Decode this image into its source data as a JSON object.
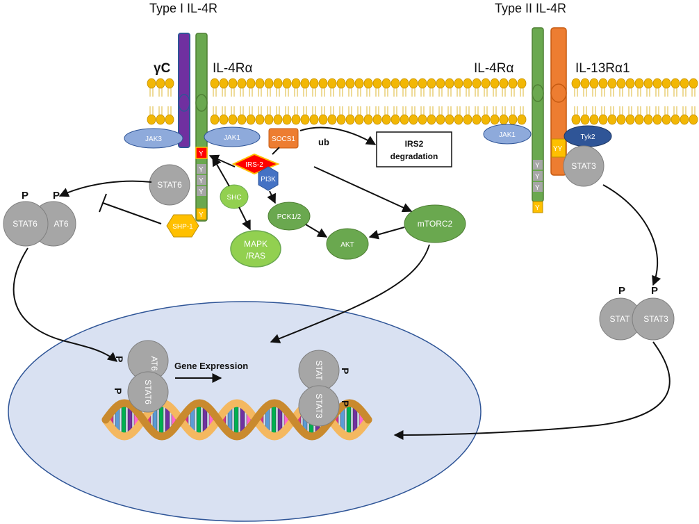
{
  "titles": {
    "type1": "Type I IL-4R",
    "type2": "Type II IL-4R"
  },
  "receptors": {
    "gamma_c": "γC",
    "il4ra_left": "IL-4Rα",
    "il4ra_right": "IL-4Rα",
    "il13ra1": "IL-13Rα1"
  },
  "kinases": {
    "jak3": "JAK3",
    "jak1_left": "JAK1",
    "jak1_right": "JAK1",
    "tyk2": "Tyk2"
  },
  "molecules": {
    "socs1": "SOCS1",
    "ub": "ub",
    "irs2_degradation_line1": "IRS2",
    "irs2_degradation_line2": "degradation",
    "irs2": "IRS-2",
    "pi3k": "PI3K",
    "shc": "SHC",
    "pck": "PCK1/2",
    "akt": "AKT",
    "mtorc2": "mTORC2",
    "mapk_line1": "MAPK",
    "mapk_line2": "/RAS",
    "shp1": "SHP-1",
    "stat6": "STAT6",
    "stat3": "STAT3"
  },
  "dimers": {
    "stat6_a": "STAT6",
    "stat6_b": "AT6",
    "stat3_a": "STAT",
    "stat3_b": "STAT3",
    "nuc_stat6_top": "AT6",
    "nuc_stat6_bottom": "STAT6",
    "nuc_stat3_top": "STAT",
    "nuc_stat3_bottom": "STAT3"
  },
  "phospho": "P",
  "tyrosine": "Y",
  "tyrosine_pair": "YY",
  "nucleus": {
    "gene_expression": "Gene Expression"
  },
  "colors": {
    "green": "#6aa84f",
    "green_dark": "#4e7f34",
    "purple": "#7030a0",
    "orange": "#ed7d31",
    "lipid": "#f2b705",
    "gray": "#a6a6a6",
    "light_blue": "#8eaadb",
    "dark_blue": "#2f5597",
    "yellow": "#ffc000",
    "red": "#ff0000",
    "light_green": "#92d050",
    "nucleus": "#d9e1f2"
  }
}
